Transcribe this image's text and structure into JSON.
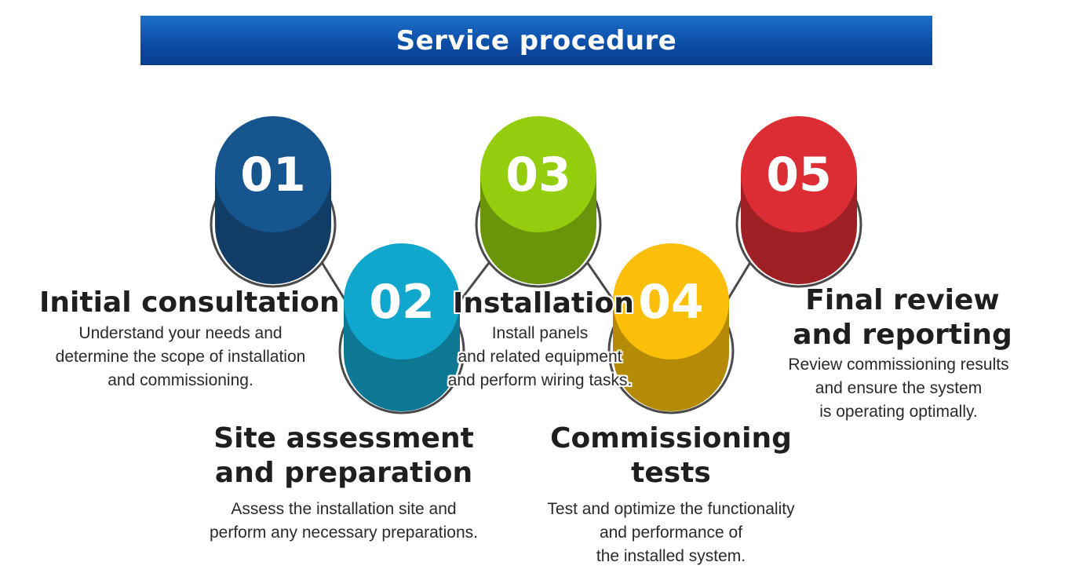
{
  "title": "Service procedure",
  "colors": {
    "banner": "#0c4ea8",
    "step1": "#17558f",
    "step2": "#11a7cd",
    "step3": "#93cd0d",
    "step4": "#fbbf0a",
    "step5": "#dc2d34",
    "ring": "#4a4a4a"
  },
  "steps": [
    {
      "number": "01",
      "heading": [
        "Initial consultation"
      ],
      "description": [
        "Understand your needs and",
        "determine the scope of installation",
        "and commissioning."
      ]
    },
    {
      "number": "02",
      "heading": [
        "Site assessment",
        "and preparation"
      ],
      "description": [
        "Assess the installation site and",
        "perform any necessary preparations."
      ]
    },
    {
      "number": "03",
      "heading": [
        "Installation"
      ],
      "description": [
        "Install panels",
        "and related equipment",
        "and perform wiring tasks."
      ]
    },
    {
      "number": "04",
      "heading": [
        "Commissioning",
        "tests"
      ],
      "description": [
        "Test and optimize the functionality",
        "and performance of",
        "the installed system."
      ]
    },
    {
      "number": "05",
      "heading": [
        "Final review",
        "and reporting"
      ],
      "description": [
        "Review commissioning results",
        "and ensure the system",
        "is operating optimally."
      ]
    }
  ]
}
